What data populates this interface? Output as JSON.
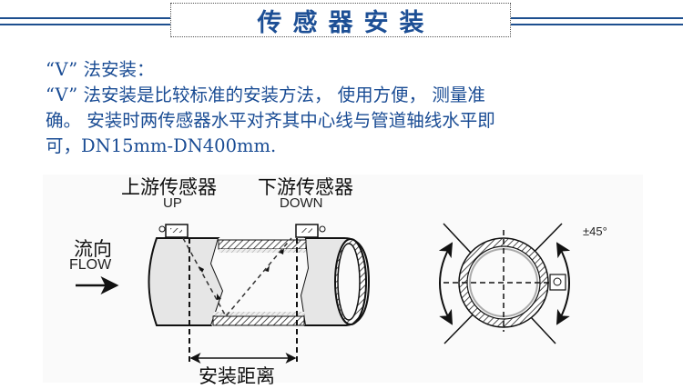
{
  "header": {
    "title": "传感器安装",
    "accent_color": "#1d4f8f"
  },
  "intro": {
    "heading": "“V” 法安装：",
    "lines": [
      "“V” 法安装是比较标准的安装方法， 使用方便， 测量准",
      "确。 安装时两传感器水平对齐其中心线与管道轴线水平即",
      "可，DN15mm-DN400mm."
    ],
    "text_color": "#1a4c94"
  },
  "diagram": {
    "upstream_label_cn": "上游传感器",
    "upstream_label_en": "UP",
    "downstream_label_cn": "下游传感器",
    "downstream_label_en": "DOWN",
    "flow_label_cn": "流向",
    "flow_label_en": "FLOW",
    "distance_label": "安装距离",
    "angle_label": "±45°",
    "background_color": "#fafafa"
  }
}
